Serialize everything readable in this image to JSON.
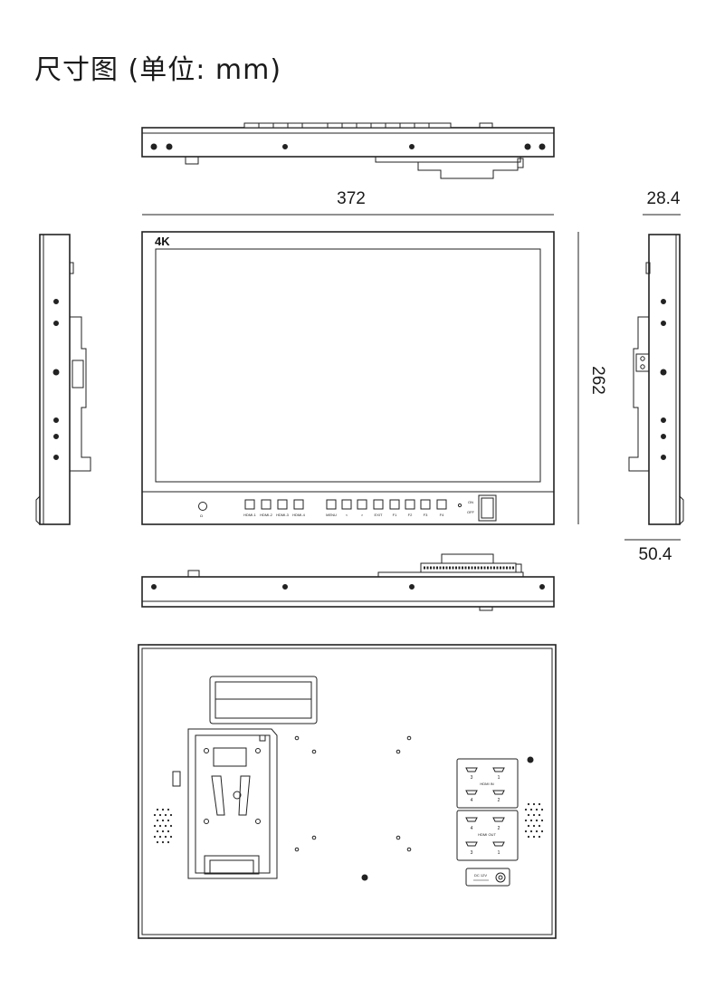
{
  "title": "尺寸图 (单位: mm)",
  "dimensions": {
    "width": "372",
    "height": "262",
    "depth": "28.4",
    "depth_total": "50.4"
  },
  "front": {
    "logo": "4K",
    "hdmi_labels": [
      "HDMI-1",
      "HDMI-2",
      "HDMI-3",
      "HDMI-4"
    ],
    "menu_labels": [
      "MENU",
      "<",
      ">",
      "EXIT",
      "F1",
      "F2",
      "F3",
      "F4"
    ],
    "power_on": "ON",
    "power_off": "OFF"
  },
  "rear": {
    "hdmi_in_label": "HDMI IN",
    "hdmi_out_label": "HDMI OUT",
    "hdmi_in_numbers": [
      "3",
      "1",
      "4",
      "2"
    ],
    "hdmi_out_numbers": [
      "4",
      "2",
      "3",
      "1"
    ],
    "dc_label": "DC 12V"
  }
}
